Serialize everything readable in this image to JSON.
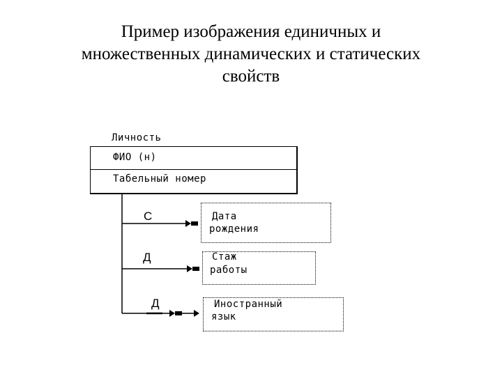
{
  "title": {
    "line1": "Пример изображения единичных и",
    "line2": "множественных динамических и статических",
    "line3": "свойств"
  },
  "entity": {
    "name": "Личность",
    "attributes": [
      "ФИО (н)",
      "Табельный номер"
    ]
  },
  "properties": [
    {
      "marker": "С",
      "line1": "Дата",
      "line2": "рождения"
    },
    {
      "marker": "Д",
      "line1": "Стаж",
      "line2": "работы"
    },
    {
      "marker": "Д",
      "line1": "Иностранный",
      "line2": "язык"
    }
  ]
}
